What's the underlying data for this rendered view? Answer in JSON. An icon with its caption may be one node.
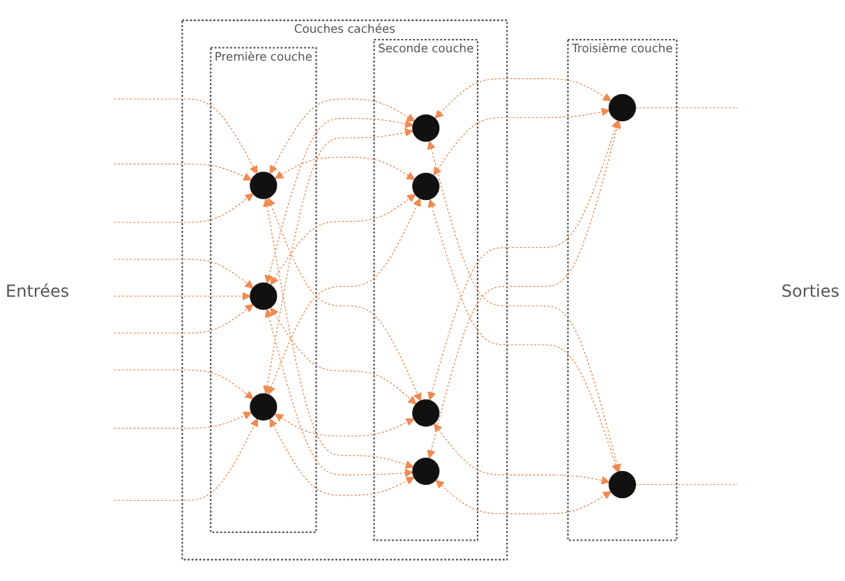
{
  "diagram": {
    "nodes": [
      {
        "text": [
          "Couches cachées"
        ]
      },
      {
        "text": [
          "Première couche"
        ],
        "in": 0
      },
      {
        "text": [],
        "shape": "circle",
        "in": 1
      },
      {
        "text": [],
        "shape": "circle",
        "in": 1
      },
      {
        "text": [],
        "shape": "circle",
        "in": 1
      },
      {
        "text": [
          "Seconde couche"
        ],
        "in": 0
      },
      {
        "text": [],
        "shape": "circle",
        "in": 5
      },
      {
        "text": [],
        "shape": "circle",
        "in": 5
      },
      {
        "text": [],
        "shape": "circle",
        "in": 5
      },
      {
        "text": [],
        "shape": "circle",
        "in": 5
      },
      {
        "text": [
          "Troisième couche"
        ]
      },
      {
        "text": [],
        "shape": "circle",
        "in": 10
      },
      {
        "text": [],
        "shape": "circle",
        "in": 10
      }
    ],
    "edges": [
      {
        "from": null,
        "to": 2,
        "arrow": "to",
        "style": "dashed"
      },
      {
        "from": null,
        "to": 3,
        "arrow": "to",
        "style": "dashed"
      },
      {
        "from": null,
        "to": 4,
        "arrow": "to",
        "style": "dashed"
      },
      {
        "from": null,
        "to": 2,
        "arrow": "to",
        "style": "dashed"
      },
      {
        "from": null,
        "to": 3,
        "arrow": "to",
        "style": "dashed"
      },
      {
        "from": null,
        "to": 4,
        "arrow": "to",
        "style": "dashed"
      },
      {
        "from": null,
        "to": 2,
        "arrow": "to",
        "style": "dashed"
      },
      {
        "from": null,
        "to": 3,
        "arrow": "to",
        "style": "dashed"
      },
      {
        "from": null,
        "to": 4,
        "arrow": "to",
        "style": "dashed"
      },
      {
        "from": 2,
        "to": 6,
        "arrow": "both",
        "style": "dashed"
      },
      {
        "from": 2,
        "to": 7,
        "arrow": "both",
        "style": "dashed"
      },
      {
        "from": 2,
        "to": 8,
        "arrow": "both",
        "style": "dashed"
      },
      {
        "from": 2,
        "to": 9,
        "arrow": "both",
        "style": "dashed"
      },
      {
        "from": 3,
        "to": 6,
        "arrow": "both",
        "style": "dashed"
      },
      {
        "from": 3,
        "to": 7,
        "arrow": "both",
        "style": "dashed"
      },
      {
        "from": 3,
        "to": 8,
        "arrow": "both",
        "style": "dashed"
      },
      {
        "from": 3,
        "to": 9,
        "arrow": "both",
        "style": "dashed"
      },
      {
        "from": 4,
        "to": 6,
        "arrow": "both",
        "style": "dashed"
      },
      {
        "from": 4,
        "to": 7,
        "arrow": "both",
        "style": "dashed"
      },
      {
        "from": 4,
        "to": 8,
        "arrow": "both",
        "style": "dashed"
      },
      {
        "from": 4,
        "to": 9,
        "arrow": "both",
        "style": "dashed"
      },
      {
        "from": 6,
        "to": 11,
        "arrow": "both",
        "style": "dashed"
      },
      {
        "from": 6,
        "to": 12,
        "arrow": "both",
        "style": "dashed"
      },
      {
        "from": 7,
        "to": 11,
        "arrow": "both",
        "style": "dashed"
      },
      {
        "from": 7,
        "to": 12,
        "arrow": "both",
        "style": "dashed"
      },
      {
        "from": 8,
        "to": 11,
        "arrow": "both",
        "style": "dashed"
      },
      {
        "from": 8,
        "to": 12,
        "arrow": "both",
        "style": "dashed"
      },
      {
        "from": 9,
        "to": 11,
        "arrow": "both",
        "style": "dashed"
      },
      {
        "from": 9,
        "to": 12,
        "arrow": "both",
        "style": "dashed"
      },
      {
        "from": 11,
        "to": null,
        "arrow": "none",
        "style": "dashed"
      },
      {
        "from": 12,
        "to": null,
        "arrow": "none",
        "style": "dashed"
      }
    ],
    "labels": [
      "Entrées",
      "Sorties"
    ]
  }
}
